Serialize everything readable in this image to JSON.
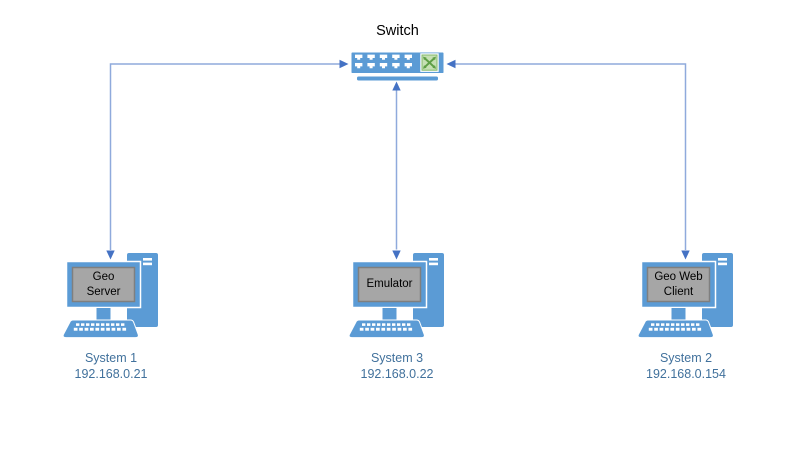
{
  "diagram": {
    "title": "Switch",
    "switch": {
      "label": "Switch",
      "icon": "network-switch-icon",
      "ports_rows": 2,
      "ports_per_row": 5,
      "badge": "crossover-arrows"
    },
    "computers": [
      {
        "screen_label": "Geo Server",
        "system": "System 1",
        "ip": "192.168.0.21"
      },
      {
        "screen_label": "Emulator",
        "system": "System 3",
        "ip": "192.168.0.22"
      },
      {
        "screen_label": "Geo Web Client",
        "system": "System 2",
        "ip": "192.168.0.154"
      }
    ],
    "connections": [
      {
        "from": "Switch",
        "to": "System 1",
        "style": "double-arrow",
        "route": "left-elbow"
      },
      {
        "from": "Switch",
        "to": "System 3",
        "style": "double-arrow",
        "route": "straight-vertical"
      },
      {
        "from": "Switch",
        "to": "System 2",
        "style": "double-arrow",
        "route": "right-elbow"
      }
    ],
    "colors": {
      "node_blue": "#5B9BD5",
      "screen_gray": "#A6A6A6",
      "screen_border": "#7F7F7F",
      "connector_line": "#8FAADC",
      "connector_arrow": "#4472C4",
      "switch_badge_green": "#C6E0B4",
      "switch_badge_arrow": "#5E9E46",
      "label_text": "#41719C",
      "title_text": "#000000",
      "background": "#FFFFFF"
    }
  }
}
